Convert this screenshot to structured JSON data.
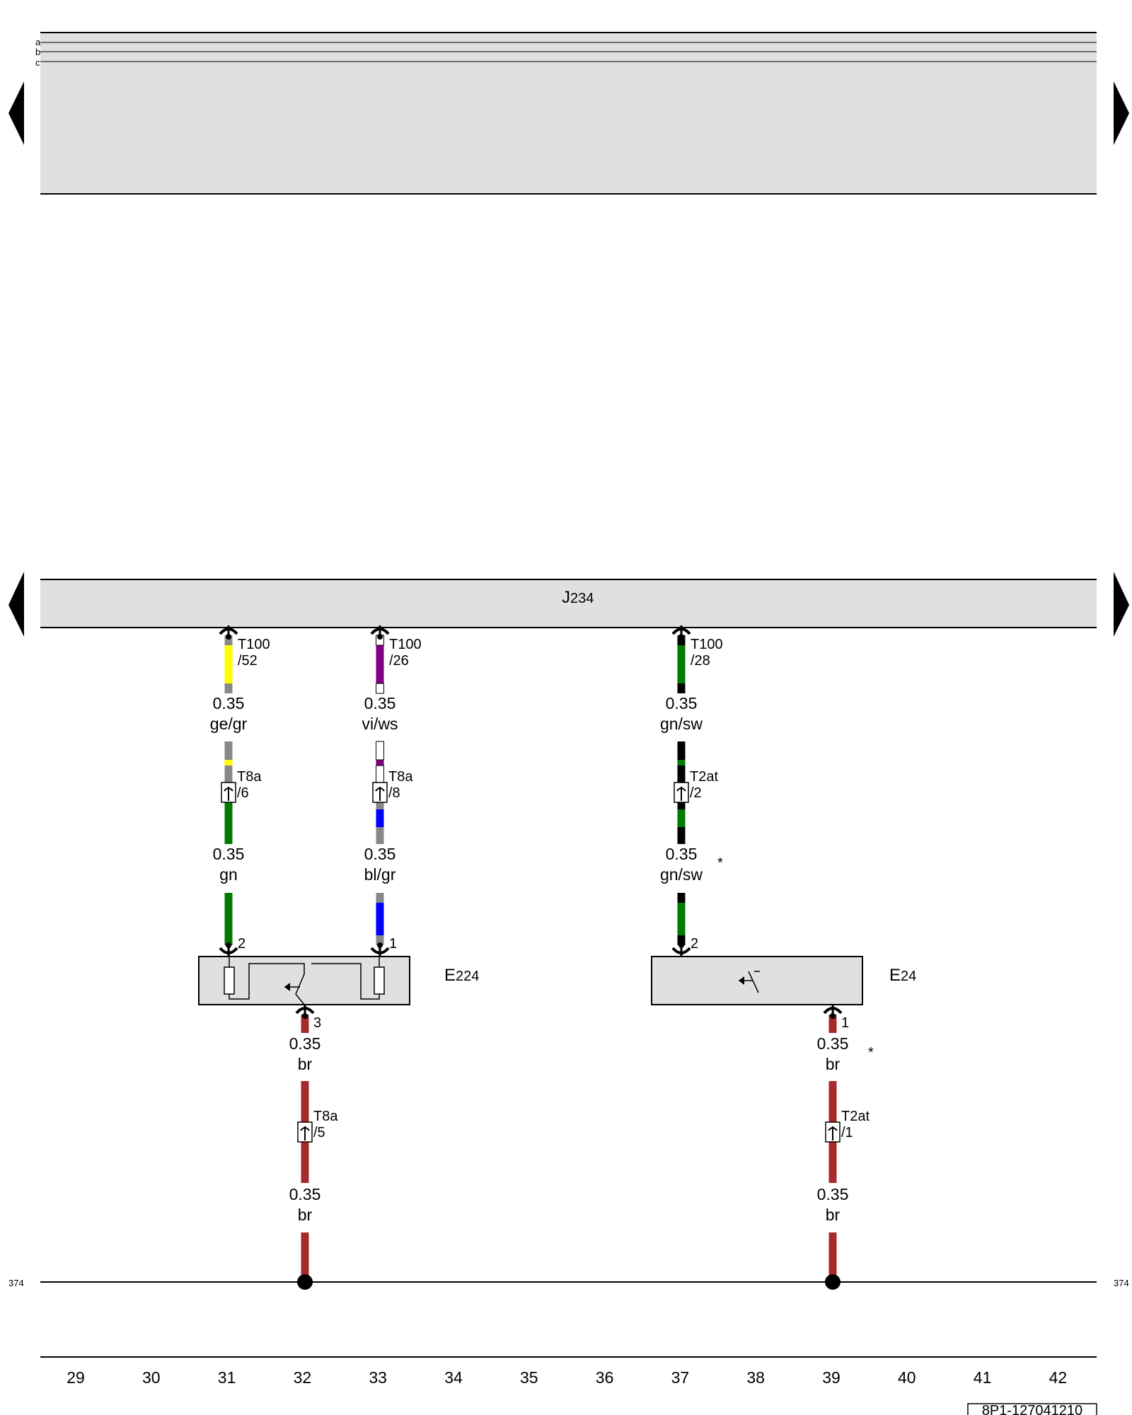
{
  "top_strip": {
    "rows": [
      "a",
      "b",
      "c"
    ]
  },
  "bus": {
    "label_main": "J",
    "label_sub": "234"
  },
  "wires": [
    {
      "id": "w31",
      "pin_top": "T100",
      "pin_top_num": "/52",
      "gauge1": "0.35",
      "color1": "ge/gr",
      "conn": "T8a",
      "conn_num": "/6",
      "gauge2": "0.35",
      "color2": "gn",
      "comp_pin": "2",
      "col_top": [
        "#888888",
        "#ffff00"
      ],
      "col_bot": [
        "#007a00",
        "#007a00"
      ]
    },
    {
      "id": "w33",
      "pin_top": "T100",
      "pin_top_num": "/26",
      "gauge1": "0.35",
      "color1": "vi/ws",
      "conn": "T8a",
      "conn_num": "/8",
      "gauge2": "0.35",
      "color2": "bl/gr",
      "comp_pin": "1",
      "col_top": [
        "#ffffff",
        "#800080"
      ],
      "col_bot": [
        "#888888",
        "#0000ff"
      ]
    },
    {
      "id": "w37",
      "pin_top": "T100",
      "pin_top_num": "/28",
      "gauge1": "0.35",
      "color1": "gn/sw",
      "conn": "T2at",
      "conn_num": "/2",
      "gauge2": "0.35",
      "color2": "gn/sw",
      "comp_pin": "2",
      "col_top": [
        "#000000",
        "#007a00"
      ],
      "col_bot": [
        "#000000",
        "#007a00"
      ]
    }
  ],
  "asterisk": "*",
  "components": [
    {
      "name_main": "E",
      "name_sub": "224",
      "out_pin": "3"
    },
    {
      "name_main": "E",
      "name_sub": "24",
      "out_pin": "1"
    }
  ],
  "ground_wires": [
    {
      "gauge1": "0.35",
      "color1": "br",
      "conn": "T8a",
      "conn_num": "/5",
      "gauge2": "0.35",
      "color2": "br"
    },
    {
      "gauge1": "0.35",
      "color1": "br",
      "conn": "T2at",
      "conn_num": "/1",
      "gauge2": "0.35",
      "color2": "br"
    }
  ],
  "ground_colour": "#a52a2a",
  "ground_ref": "374",
  "columns": [
    "29",
    "30",
    "31",
    "32",
    "33",
    "34",
    "35",
    "36",
    "37",
    "38",
    "39",
    "40",
    "41",
    "42"
  ],
  "doc_id": "8P1-127041210"
}
